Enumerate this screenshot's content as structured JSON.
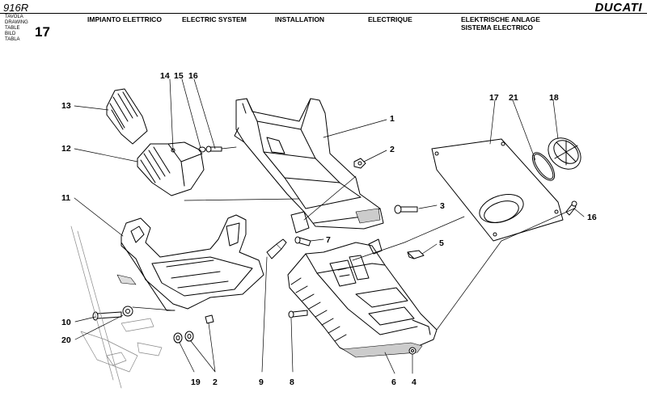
{
  "header": {
    "model": "916R",
    "brand": "DUCATI",
    "table_labels": [
      "TAVOLA",
      "DRAWING",
      "TABLE",
      "BILD",
      "TABLA"
    ],
    "table_number": "17",
    "titles": {
      "it": "IMPIANTO ELETTRICO",
      "en": "ELECTRIC SYSTEM",
      "us": "INSTALLATION",
      "fr": "ELECTRIQUE",
      "de_es": [
        "ELEKTRISCHE ANLAGE",
        "SISTEMA ELECTRICO"
      ]
    }
  },
  "callouts": [
    "1",
    "2",
    "3",
    "4",
    "5",
    "6",
    "7",
    "8",
    "9",
    "10",
    "11",
    "12",
    "13",
    "14",
    "15",
    "16",
    "16",
    "17",
    "18",
    "19",
    "2",
    "20",
    "21"
  ],
  "colors": {
    "line": "#000000",
    "background": "#ffffff"
  }
}
